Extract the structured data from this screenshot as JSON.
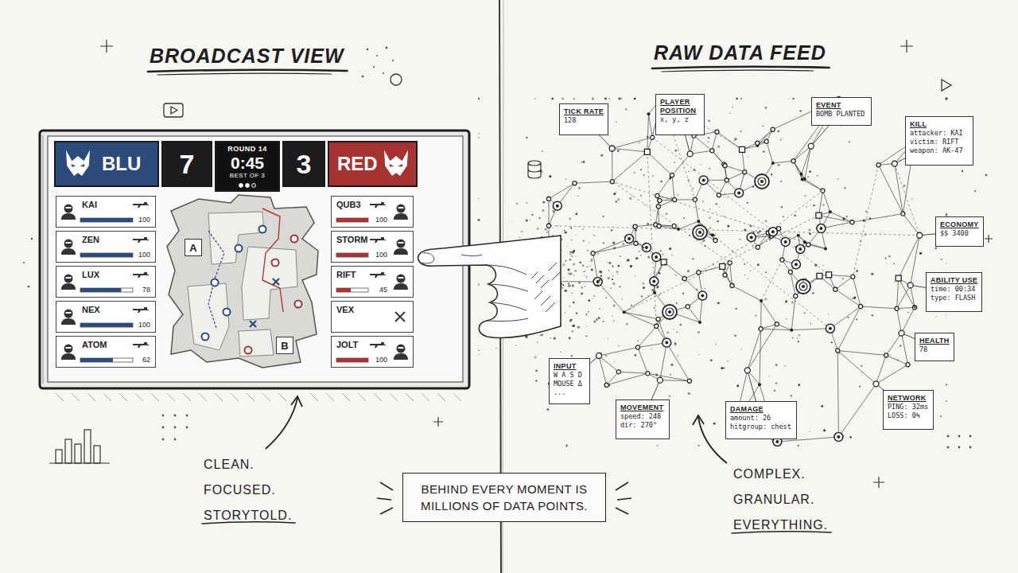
{
  "diagram": {
    "nodes": [
      {
        "text": [
          "BLU"
        ]
      },
      {
        "text": [
          "7"
        ]
      },
      {
        "text": [
          "ROUND 14",
          "0:45",
          "BEST OF 3"
        ]
      },
      {
        "text": [
          "3"
        ]
      },
      {
        "text": [
          "RED"
        ]
      },
      {
        "text": [
          "KAI",
          "100"
        ]
      },
      {
        "text": [
          "ZEN",
          "100"
        ]
      },
      {
        "text": [
          "LUX",
          "78"
        ]
      },
      {
        "text": [
          "NEX",
          "100"
        ]
      },
      {
        "text": [
          "ATOM",
          "62"
        ]
      },
      {
        "text": [
          "QUB3",
          "100"
        ]
      },
      {
        "text": [
          "STORM",
          "100"
        ]
      },
      {
        "text": [
          "RIFT",
          "45"
        ]
      },
      {
        "text": [
          "VEX"
        ]
      },
      {
        "text": [
          "JOLT",
          "100"
        ]
      },
      {
        "text": [
          "A"
        ]
      },
      {
        "text": [
          "B"
        ]
      },
      {
        "text": [
          "TICK RATE",
          "128"
        ]
      },
      {
        "text": [
          "PLAYER POSITION",
          "x, y, z"
        ]
      },
      {
        "text": [
          "EVENT",
          "BOMB PLANTED"
        ]
      },
      {
        "text": [
          "KILL",
          "attacker: KAI",
          "victim: RIFT",
          "weapon: AK-47"
        ]
      },
      {
        "text": [
          "ECONOMY",
          "$$ 3400"
        ]
      },
      {
        "text": [
          "ABILITY USE",
          "time: 00:34",
          "type: FLASH"
        ]
      },
      {
        "text": [
          "HEALTH",
          "78"
        ]
      },
      {
        "text": [
          "NETWORK",
          "PING: 32ms",
          "LOSS: 0%"
        ]
      },
      {
        "text": [
          "DAMAGE",
          "amount: 26",
          "hitgroup: chest"
        ]
      },
      {
        "text": [
          "MOVEMENT",
          "speed: 248",
          "dir: 270°"
        ]
      },
      {
        "text": [
          "INPUT",
          "W A S D",
          "MOUSE Δ",
          "..."
        ]
      },
      {
        "text": [
          "BEHIND EVERY MOMENT IS MILLIONS OF DATA POINTS."
        ]
      }
    ],
    "labels": [
      "BROADCAST VIEW",
      "RAW DATA FEED",
      "CLEAN. FOCUSED. STORYTOLD.",
      "COMPLEX. GRANULAR. EVERYTHING."
    ]
  }
}
